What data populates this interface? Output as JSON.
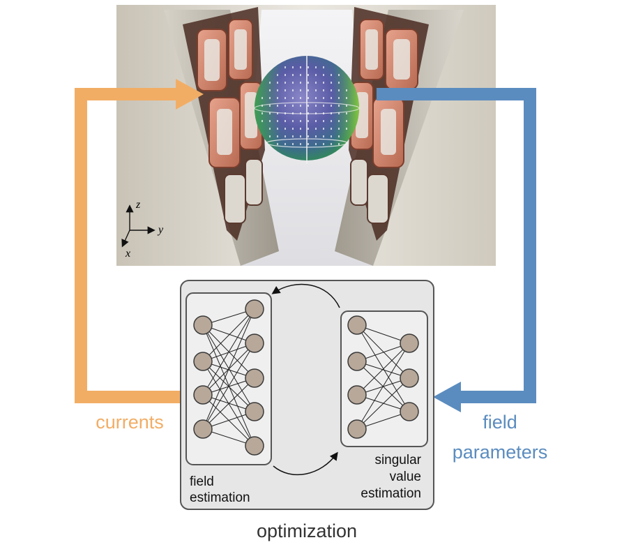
{
  "labels": {
    "currents": "currents",
    "field_parameters_line1": "field",
    "field_parameters_line2": "parameters",
    "optimization": "optimization",
    "field_estimation_line1": "field",
    "field_estimation_line2": "estimation",
    "singular_value_line1": "singular",
    "singular_value_line2": "value",
    "singular_value_line3": "estimation"
  },
  "axes": {
    "z": "z",
    "y": "y",
    "x": "x"
  },
  "networks": {
    "field_estimation": {
      "layers": [
        4,
        5
      ]
    },
    "singular_value_estimation": {
      "layers": [
        4,
        3
      ]
    }
  },
  "colors": {
    "currents_arrow": "#f2ad65",
    "field_arrow": "#5b8cbf",
    "node_fill": "#b7a89a",
    "node_stroke": "#3a3a3a",
    "panel_fill": "#e6e6e6",
    "subpanel_fill": "#efefef",
    "panel_stroke": "#555555"
  }
}
